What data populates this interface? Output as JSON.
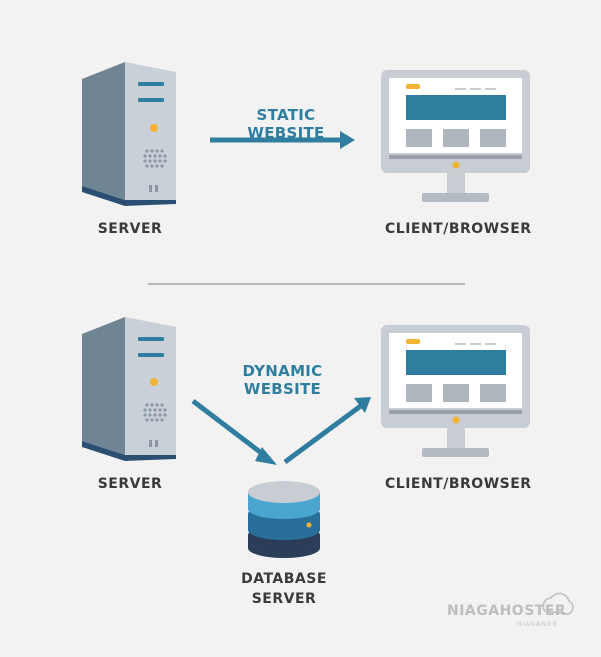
{
  "top": {
    "title": "STATIC WEBSITE",
    "server_label": "SERVER",
    "client_label": "CLIENT/BROWSER"
  },
  "bottom": {
    "title": "DYNAMIC WEBSITE",
    "server_label": "SERVER",
    "client_label": "CLIENT/BROWSER",
    "database_label_line1": "DATABASE",
    "database_label_line2": "SERVER"
  },
  "brand": {
    "name": "NIAGAHOSTER",
    "sub": "NIAGAWEB"
  },
  "colors": {
    "accent": "#2f7ea0",
    "server_body": "#6d8494",
    "monitor_frame": "#c8cdd4",
    "monitor_banner": "#2f7ea0",
    "divider": "#9a9a9a",
    "led": "#f2b233"
  }
}
